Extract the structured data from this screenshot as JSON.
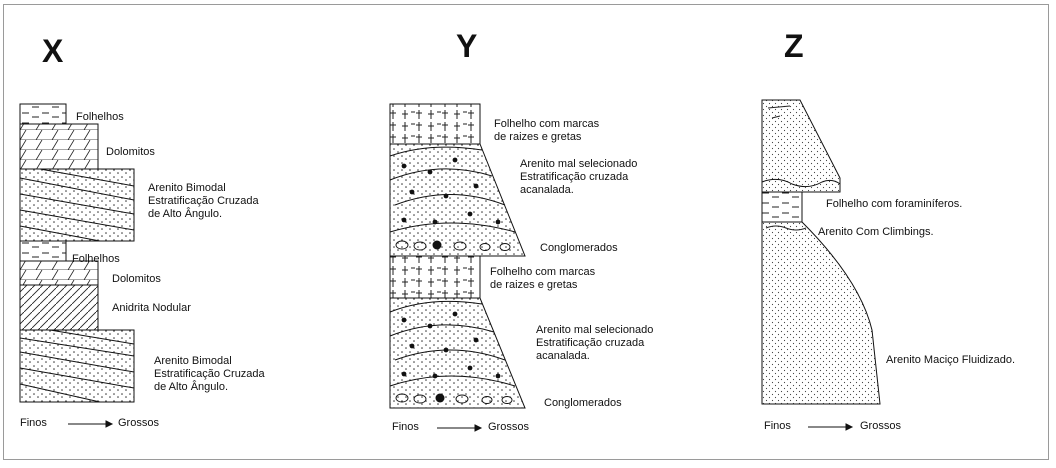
{
  "columns": {
    "X": {
      "title": "X",
      "labels": {
        "folhelhos_top": "Folhelhos",
        "dolomitos_top": "Dolomitos",
        "arenito_top": "Arenito Bimodal\nEstratificação Cruzada\nde Alto Ângulo.",
        "folhelhos_mid": "Folhelhos",
        "dolomitos_mid": "Dolomitos",
        "anidrita": "Anidrita Nodular",
        "arenito_bottom": "Arenito Bimodal\nEstratificação Cruzada\nde Alto Ângulo."
      },
      "axis": {
        "fine": "Finos",
        "coarse": "Grossos"
      }
    },
    "Y": {
      "title": "Y",
      "labels": {
        "folhelho_top": "Folhelho com marcas\nde raizes e gretas",
        "arenito_top": "Arenito mal selecionado\nEstratificação cruzada\nacanalada.",
        "conglomerados_top": "Conglomerados",
        "folhelho_bottom": "Folhelho com marcas\nde raizes e gretas",
        "arenito_bottom": "Arenito mal selecionado\nEstratificação cruzada\nacanalada.",
        "conglomerados_bottom": "Conglomerados"
      },
      "axis": {
        "fine": "Finos",
        "coarse": "Grossos"
      }
    },
    "Z": {
      "title": "Z",
      "labels": {
        "folhelho": "Folhelho com foraminíferos.",
        "arenito_climbings": "Arenito Com Climbings.",
        "arenito_macico": "Arenito Maciço Fluidizado."
      },
      "axis": {
        "fine": "Finos",
        "coarse": "Grossos"
      }
    }
  }
}
